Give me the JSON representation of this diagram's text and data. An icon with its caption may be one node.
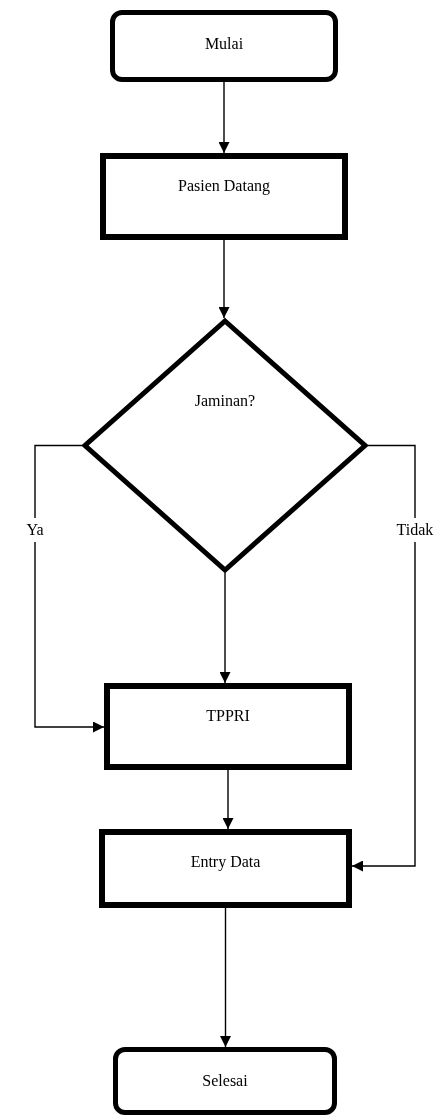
{
  "diagram": {
    "nodes": [
      {
        "text": [
          "Mulai"
        ]
      },
      {
        "text": [
          "Pasien Datang"
        ]
      },
      {
        "text": [
          "Jaminan?"
        ]
      },
      {
        "text": [
          "TPPRI"
        ]
      },
      {
        "text": [
          "Entry Data"
        ]
      },
      {
        "text": [
          "Selesai"
        ]
      }
    ],
    "edges": [
      {
        "from": 0,
        "to": 1,
        "arrow": "to"
      },
      {
        "from": 1,
        "to": 2,
        "arrow": "to"
      },
      {
        "from": 2,
        "to": 3,
        "arrow": "to"
      },
      {
        "from": 2,
        "to": 3,
        "label": "Ya",
        "arrow": "to"
      },
      {
        "from": 2,
        "to": 4,
        "label": "Tidak",
        "arrow": "to"
      },
      {
        "from": 3,
        "to": 4,
        "arrow": "to"
      },
      {
        "from": 4,
        "to": 5,
        "arrow": "to"
      }
    ]
  }
}
